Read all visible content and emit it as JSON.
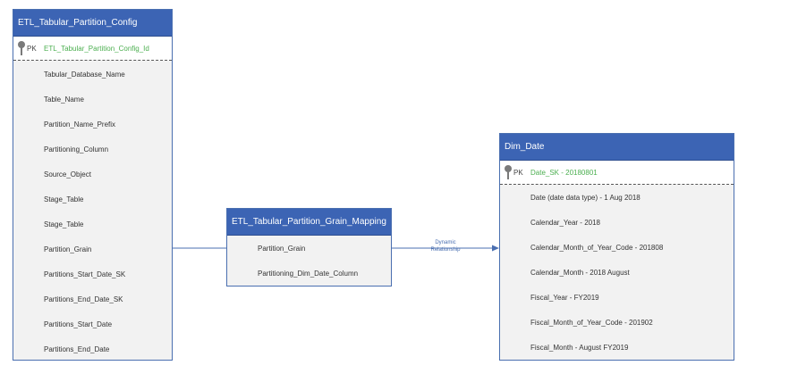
{
  "entities": {
    "config": {
      "title": "ETL_Tabular_Partition_Config",
      "pk_label": "PK",
      "pk_field": "ETL_Tabular_Partition_Config_Id",
      "fields": [
        "Tabular_Database_Name",
        "Table_Name",
        "Partition_Name_Prefix",
        "Partitioning_Column",
        "Source_Object",
        "Stage_Table",
        "Stage_Table",
        "Partition_Grain",
        "Partitions_Start_Date_SK",
        "Partitions_End_Date_SK",
        "Partitions_Start_Date",
        "Partitions_End_Date"
      ]
    },
    "mapping": {
      "title": "ETL_Tabular_Partition_Grain_Mapping",
      "fields": [
        "Partition_Grain",
        "Partitioning_Dim_Date_Column"
      ]
    },
    "dim_date": {
      "title": "Dim_Date",
      "pk_label": "PK",
      "pk_field": "Date_SK - 20180801",
      "fields": [
        "Date (date data type) - 1 Aug 2018",
        "Calendar_Year - 2018",
        "Calendar_Month_of_Year_Code - 201808",
        "Calendar_Month - 2018 August",
        "Fiscal_Year - FY2019",
        "Fiscal_Month_of_Year_Code - 201902",
        "Fiscal_Month - August FY2019"
      ]
    }
  },
  "relationship": {
    "line1": "Dynamic",
    "line2": "Relationship"
  },
  "colors": {
    "header": "#3c64b4",
    "pk_text": "#4caf50",
    "connector": "#4a6fb0"
  },
  "icons": [
    "key-icon"
  ]
}
